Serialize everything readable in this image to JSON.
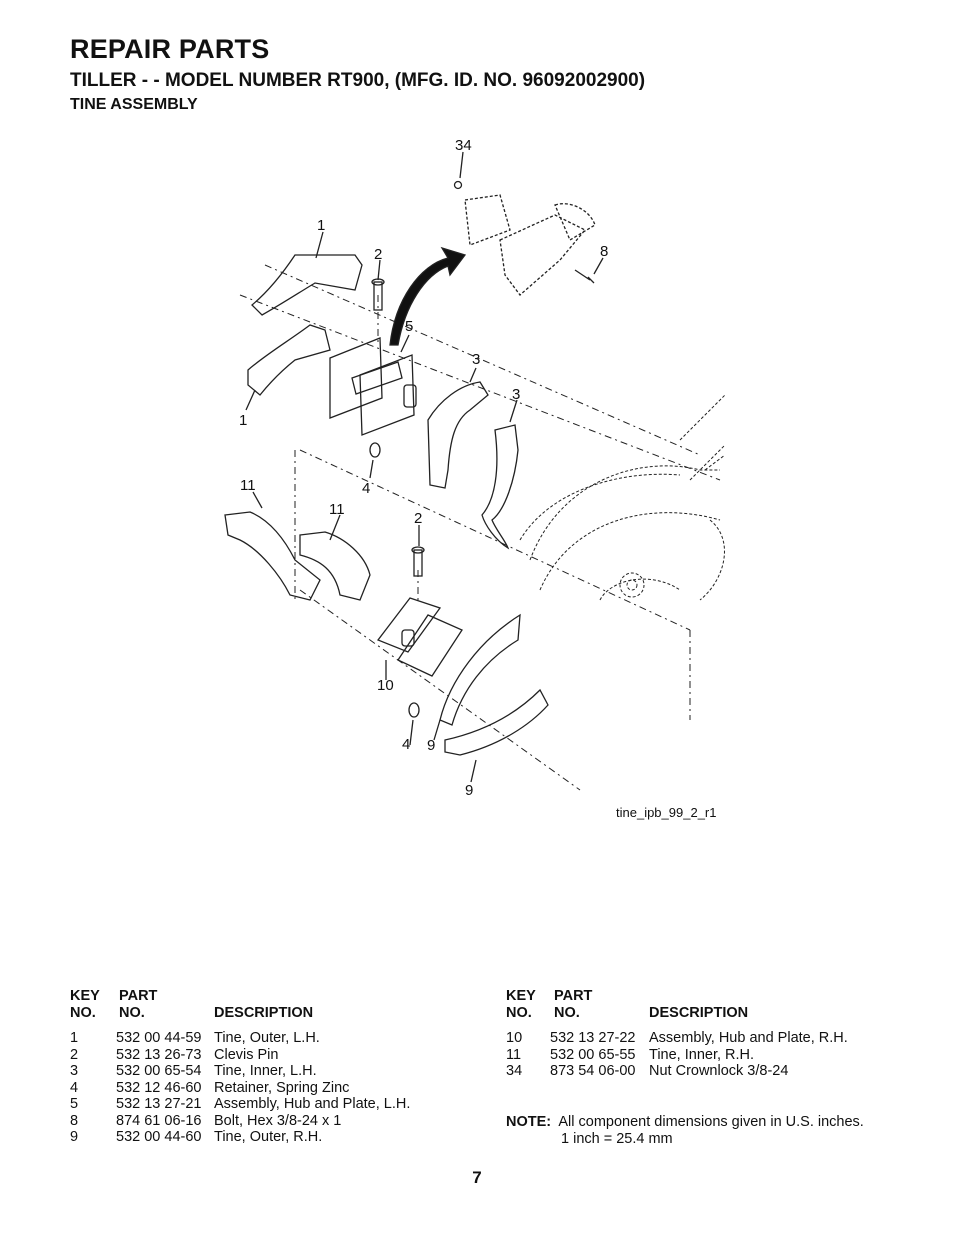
{
  "header": {
    "title": "REPAIR PARTS",
    "subtitle": "TILLER - - MODEL NUMBER RT900, (MFG. ID. NO. 96092002900)",
    "section": "TINE ASSEMBLY"
  },
  "diagram": {
    "figure_ref": "tine_ipb_99_2_r1",
    "callouts": [
      "34",
      "1",
      "2",
      "8",
      "5",
      "3",
      "3",
      "1",
      "4",
      "11",
      "11",
      "2",
      "10",
      "4",
      "9",
      "9"
    ]
  },
  "parts_table": {
    "headers": {
      "key_top": "KEY",
      "key_bottom": "NO.",
      "part_top": "PART",
      "part_bottom": "NO.",
      "description": "DESCRIPTION"
    },
    "left": [
      {
        "key": "1",
        "part": "532 00 44-59",
        "description": "Tine, Outer, L.H."
      },
      {
        "key": "2",
        "part": "532 13 26-73",
        "description": "Clevis Pin"
      },
      {
        "key": "3",
        "part": "532 00 65-54",
        "description": "Tine, Inner, L.H."
      },
      {
        "key": "4",
        "part": "532 12 46-60",
        "description": "Retainer, Spring Zinc"
      },
      {
        "key": "5",
        "part": "532 13 27-21",
        "description": "Assembly, Hub and Plate, L.H."
      },
      {
        "key": "8",
        "part": "874 61 06-16",
        "description": "Bolt, Hex  3/8-24 x 1"
      },
      {
        "key": "9",
        "part": "532 00 44-60",
        "description": "Tine, Outer, R.H."
      }
    ],
    "right": [
      {
        "key": "10",
        "part": "532 13 27-22",
        "description": "Assembly, Hub and Plate, R.H."
      },
      {
        "key": "11",
        "part": "532 00 65-55",
        "description": "Tine, Inner, R.H."
      },
      {
        "key": "34",
        "part": "873 54 06-00",
        "description": "Nut Crownlock 3/8-24"
      }
    ]
  },
  "note": {
    "label": "NOTE:",
    "text": "All component dimensions given in U.S. inches.",
    "text2": "1 inch = 25.4 mm"
  },
  "page_number": "7"
}
